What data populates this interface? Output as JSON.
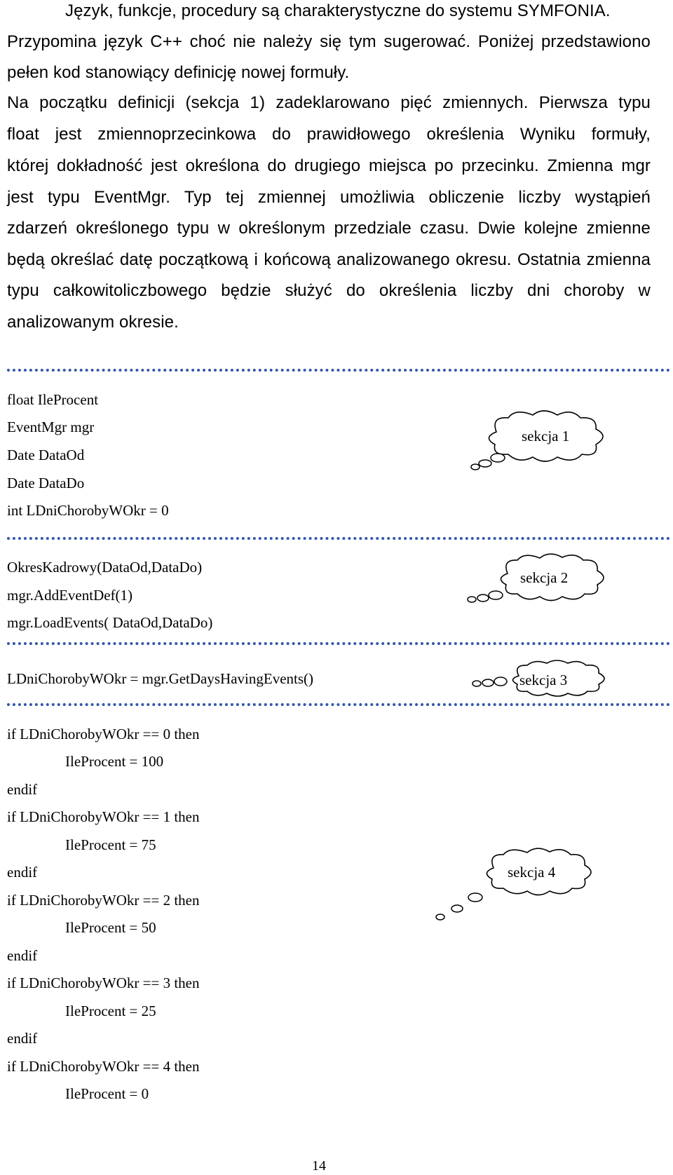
{
  "intro": {
    "lines": [
      "Język, funkcje, procedury są charakterystyczne do systemu SYMFONIA.",
      "Przypomina język C++ choć nie należy się tym sugerować. Poniżej przedstawiono",
      "pełen kod stanowiący definicję nowej formuły.",
      "Na początku definicji (sekcja 1) zadeklarowano pięć zmiennych. Pierwsza typu",
      "float jest zmiennoprzecinkowa do prawidłowego określenia Wyniku formuły,",
      "której dokładność jest określona do drugiego miejsca po przecinku. Zmienna mgr",
      "jest typu EventMgr. Typ tej zmiennej umożliwia obliczenie liczby wystąpień",
      "zdarzeń określonego typu w określonym przedziale czasu. Dwie kolejne zmienne",
      "będą określać datę początkową i końcową analizowanego okresu. Ostatnia zmienna",
      "typu całkowitoliczbowego będzie służyć do określenia liczby dni choroby w",
      "analizowanym okresie."
    ]
  },
  "section1": {
    "code": [
      "float IleProcent",
      "EventMgr mgr",
      "Date DataOd",
      "Date DataDo",
      "int LDniChorobyWOkr = 0"
    ],
    "label": "sekcja 1"
  },
  "section2": {
    "code": [
      "OkresKadrowy(DataOd,DataDo)",
      "mgr.AddEventDef(1)",
      "mgr.LoadEvents( DataOd,DataDo)"
    ],
    "label": "sekcja 2"
  },
  "section3": {
    "code": [
      "LDniChorobyWOkr = mgr.GetDaysHavingEvents()"
    ],
    "label": "sekcja 3"
  },
  "section4": {
    "code": [
      "if LDniChorobyWOkr == 0 then",
      "IleProcent = 100",
      "endif",
      "if LDniChorobyWOkr == 1 then",
      "IleProcent = 75",
      "endif",
      "if LDniChorobyWOkr == 2 then",
      "IleProcent = 50",
      "endif",
      "if LDniChorobyWOkr == 3 then",
      "IleProcent = 25",
      "endif",
      "if LDniChorobyWOkr == 4 then",
      "IleProcent = 0"
    ],
    "label": "sekcja 4"
  },
  "page_number": "14",
  "colors": {
    "separator": "#3355aa",
    "text": "#000000"
  }
}
